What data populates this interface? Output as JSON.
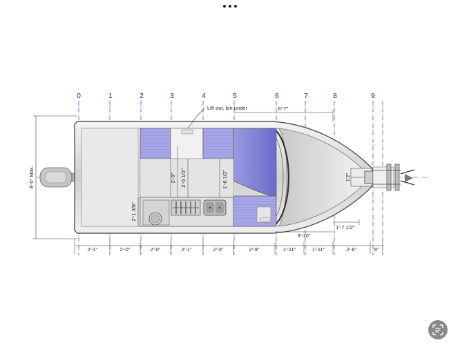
{
  "viewer": {
    "more_icon": "ellipsis-icon",
    "scan_icon": "text-scan-icon"
  },
  "drawing": {
    "stations": [
      "0",
      "1",
      "2",
      "3",
      "4",
      "5",
      "6",
      "7",
      "8",
      "9"
    ],
    "bottom_dimensions": [
      "2'-1\"",
      "2'-0\"",
      "2'-0\"",
      "2'-1\"",
      "2'-0\"",
      "2'-9\"",
      "1'-11\"",
      "1'-11\"",
      "2'-6\"",
      "9\""
    ],
    "labels": {
      "lift_out": "Lift out, bin under",
      "beam_max": "8'-0\" Max.",
      "top_span": "6'-7\"",
      "dim_2_9": "2'-9\"",
      "dim_2_5_half": "2'-5 1/2\"",
      "dim_1_6_half": "1'-6 1/2\"",
      "dim_2_1_3_8": "2'-1 3/8\"",
      "dim_3_10": "3'-10\"",
      "dim_1_7_half": "1'-7 1/2\"",
      "dim_1_2": "1'2\""
    },
    "colors": {
      "station_line": "#3030b0",
      "hull_stroke": "#555555",
      "cabin_fill": "#6f6fd0",
      "hull_fill": "#d9d9d9"
    }
  }
}
